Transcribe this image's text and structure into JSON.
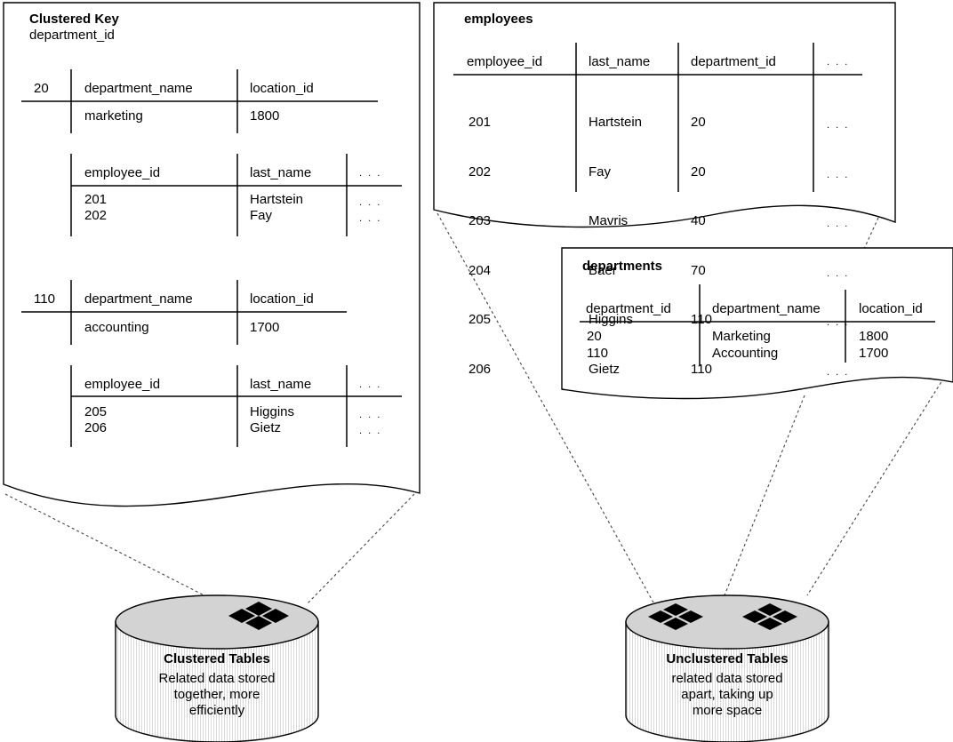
{
  "clustered_page": {
    "title": "Clustered Key",
    "key_column": "department_id",
    "clusters": [
      {
        "key": "20",
        "dept_headers": [
          "department_name",
          "location_id"
        ],
        "dept_values": [
          "marketing",
          "1800"
        ],
        "emp_headers": [
          "employee_id",
          "last_name",
          ". . ."
        ],
        "emp_ids": [
          "201",
          "202"
        ],
        "emp_names": [
          "Hartstein",
          "Fay"
        ],
        "emp_more": [
          ". . .",
          ". . ."
        ]
      },
      {
        "key": "110",
        "dept_headers": [
          "department_name",
          "location_id"
        ],
        "dept_values": [
          "accounting",
          "1700"
        ],
        "emp_headers": [
          "employee_id",
          "last_name",
          ". . ."
        ],
        "emp_ids": [
          "205",
          "206"
        ],
        "emp_names": [
          "Higgins",
          "Gietz"
        ],
        "emp_more": [
          ". . .",
          ". . ."
        ]
      }
    ]
  },
  "employees_page": {
    "title": "employees",
    "headers": [
      "employee_id",
      "last_name",
      "department_id",
      ". . ."
    ],
    "employee_ids": [
      "201",
      "202",
      "203",
      "204",
      "205",
      "206"
    ],
    "last_names": [
      "Hartstein",
      "Fay",
      "Mavris",
      "Baer",
      "Higgins",
      "Gietz"
    ],
    "department_ids": [
      "20",
      "20",
      "40",
      "70",
      "110",
      "110"
    ],
    "more": [
      ". . .",
      ". . .",
      ". . .",
      ". . .",
      ". . .",
      ". . ."
    ]
  },
  "departments_page": {
    "title": "departments",
    "headers": [
      "department_id",
      "department_name",
      "location_id"
    ],
    "department_ids": [
      "20",
      "110"
    ],
    "department_names": [
      "Marketing",
      "Accounting"
    ],
    "location_ids": [
      "1800",
      "1700"
    ]
  },
  "clustered_db": {
    "title": "Clustered Tables",
    "lines": [
      "Related data stored",
      "together, more",
      "efficiently"
    ]
  },
  "unclustered_db": {
    "title": "Unclustered Tables",
    "lines": [
      "related data stored",
      "apart, taking up",
      "more space"
    ]
  }
}
